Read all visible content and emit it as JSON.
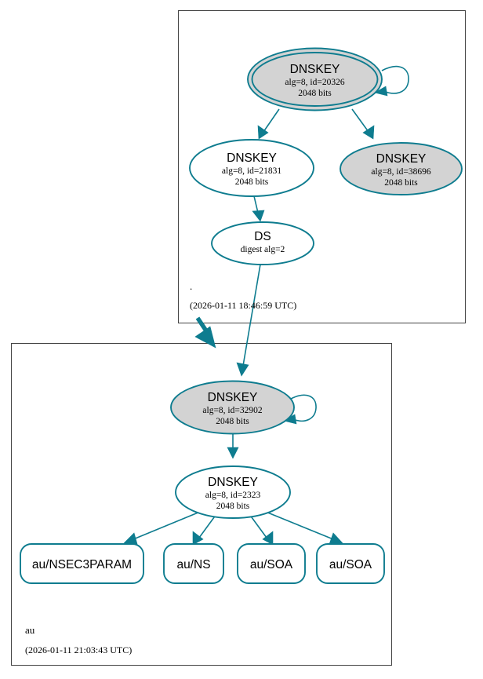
{
  "diagram": {
    "type": "dnssec-authentication-chain",
    "colors": {
      "node_stroke": "#0e7c8f",
      "secure_fill": "#d3d3d3",
      "plain_fill": "#ffffff",
      "cluster_stroke": "#444444",
      "background": "#ffffff"
    }
  },
  "clusters": [
    {
      "id": "root",
      "zone_label": ".",
      "timestamp": "(2026-01-11 18:46:59 UTC)"
    },
    {
      "id": "au",
      "zone_label": "au",
      "timestamp": "(2026-01-11 21:03:43 UTC)"
    }
  ],
  "nodes": {
    "root_ksk": {
      "title": "DNSKEY",
      "line2": "alg=8, id=20326",
      "line3": "2048 bits",
      "shape": "double-ellipse",
      "fill": "secure"
    },
    "root_zsk": {
      "title": "DNSKEY",
      "line2": "alg=8, id=21831",
      "line3": "2048 bits",
      "shape": "ellipse",
      "fill": "plain"
    },
    "root_other_key": {
      "title": "DNSKEY",
      "line2": "alg=8, id=38696",
      "line3": "2048 bits",
      "shape": "ellipse",
      "fill": "secure"
    },
    "root_ds": {
      "title": "DS",
      "line2": "digest alg=2",
      "line3": "",
      "shape": "ellipse",
      "fill": "plain"
    },
    "au_ksk": {
      "title": "DNSKEY",
      "line2": "alg=8, id=32902",
      "line3": "2048 bits",
      "shape": "ellipse",
      "fill": "secure"
    },
    "au_zsk": {
      "title": "DNSKEY",
      "line2": "alg=8, id=2323",
      "line3": "2048 bits",
      "shape": "ellipse",
      "fill": "plain"
    }
  },
  "rrsets": [
    {
      "label": "au/NSEC3PARAM"
    },
    {
      "label": "au/NS"
    },
    {
      "label": "au/SOA"
    },
    {
      "label": "au/SOA"
    }
  ]
}
